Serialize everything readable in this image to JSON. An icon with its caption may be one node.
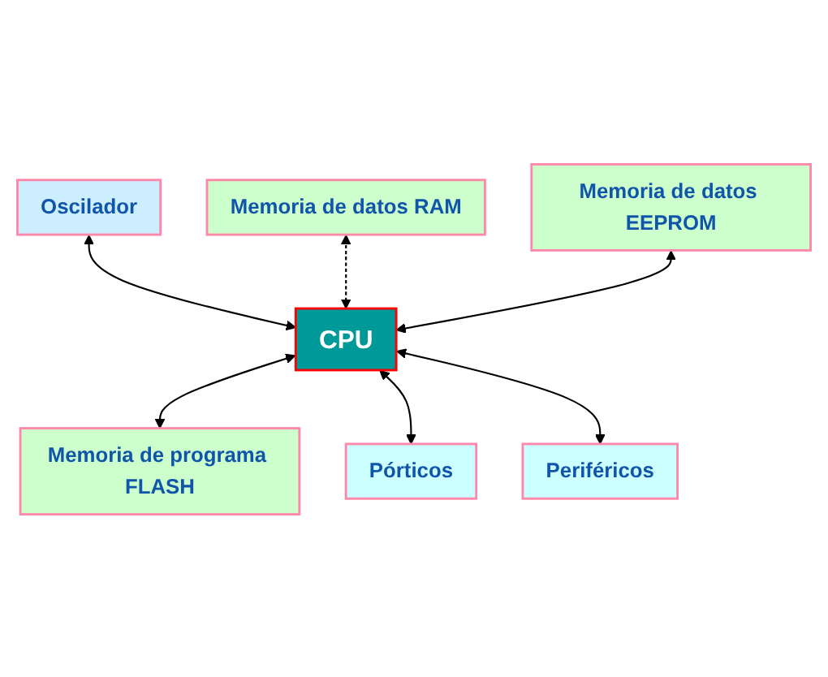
{
  "diagram": {
    "nodes": [
      {
        "text": [
          "Oscilador"
        ]
      },
      {
        "text": [
          "Memoria de datos RAM"
        ]
      },
      {
        "text": [
          "CPU"
        ]
      },
      {
        "text": [
          "Memoria de programa FLASH"
        ]
      },
      {
        "text": [
          "Memoria de datos EEPROM"
        ]
      },
      {
        "text": [
          "Pórticos"
        ]
      },
      {
        "text": [
          "Periféricos"
        ]
      }
    ],
    "edges": [
      {
        "from": 0,
        "to": 2,
        "arrow": "both"
      },
      {
        "from": 1,
        "to": 2,
        "arrow": "both",
        "style": "dashed"
      },
      {
        "from": 2,
        "to": 3,
        "arrow": "both"
      },
      {
        "from": 4,
        "to": 2,
        "arrow": "both"
      },
      {
        "from": 2,
        "to": 5,
        "arrow": "both"
      },
      {
        "from": 2,
        "to": 6,
        "arrow": "both"
      }
    ]
  }
}
